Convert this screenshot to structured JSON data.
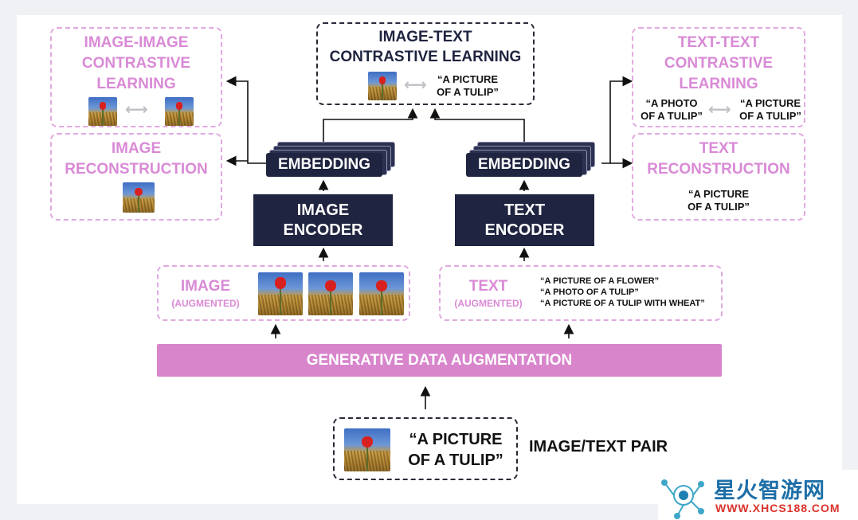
{
  "top_center": {
    "title_line1": "IMAGE-TEXT",
    "title_line2": "CONTRASTIVE LEARNING",
    "quote_line1": "“A PICTURE",
    "quote_line2": "OF A TULIP”"
  },
  "top_left": {
    "title_line1": "IMAGE-IMAGE",
    "title_line2": "CONTRASTIVE",
    "title_line3": "LEARNING"
  },
  "image_reconstruction": {
    "title_line1": "IMAGE",
    "title_line2": "RECONSTRUCTION"
  },
  "top_right": {
    "title_line1": "TEXT-TEXT",
    "title_line2": "CONTRASTIVE",
    "title_line3": "LEARNING",
    "left_quote_line1": "“A PHOTO",
    "left_quote_line2": "OF A TULIP”",
    "right_quote_line1": "“A PICTURE",
    "right_quote_line2": "OF A TULIP”"
  },
  "text_reconstruction": {
    "title_line1": "TEXT",
    "title_line2": "RECONSTRUCTION",
    "quote_line1": "“A PICTURE",
    "quote_line2": "OF A TULIP”"
  },
  "embedding_left": "EMBEDDING",
  "embedding_right": "EMBEDDING",
  "image_encoder": {
    "line1": "IMAGE",
    "line2": "ENCODER"
  },
  "text_encoder": {
    "line1": "TEXT",
    "line2": "ENCODER"
  },
  "image_augmented": {
    "title": "IMAGE",
    "subtitle": "(AUGMENTED)"
  },
  "text_augmented": {
    "title": "TEXT",
    "subtitle": "(AUGMENTED)",
    "items": [
      "“A PICTURE OF A FLOWER”",
      "“A PHOTO OF A TULIP”",
      "“A PICTURE OF A TULIP WITH WHEAT”"
    ]
  },
  "augmentation_bar": "GENERATIVE DATA AUGMENTATION",
  "pair": {
    "quote_line1": "“A PICTURE",
    "quote_line2": "OF A TULIP”",
    "label": "IMAGE/TEXT PAIR"
  },
  "watermark": {
    "brand": "星火智游网",
    "url": "WWW.XHCS188.COM"
  },
  "colors": {
    "navy": "#1f2440",
    "pink": "#d98ad6",
    "bar": "#d885cc"
  },
  "icons": [
    "tulip-image-icon",
    "double-arrow-icon",
    "logo-icon"
  ]
}
